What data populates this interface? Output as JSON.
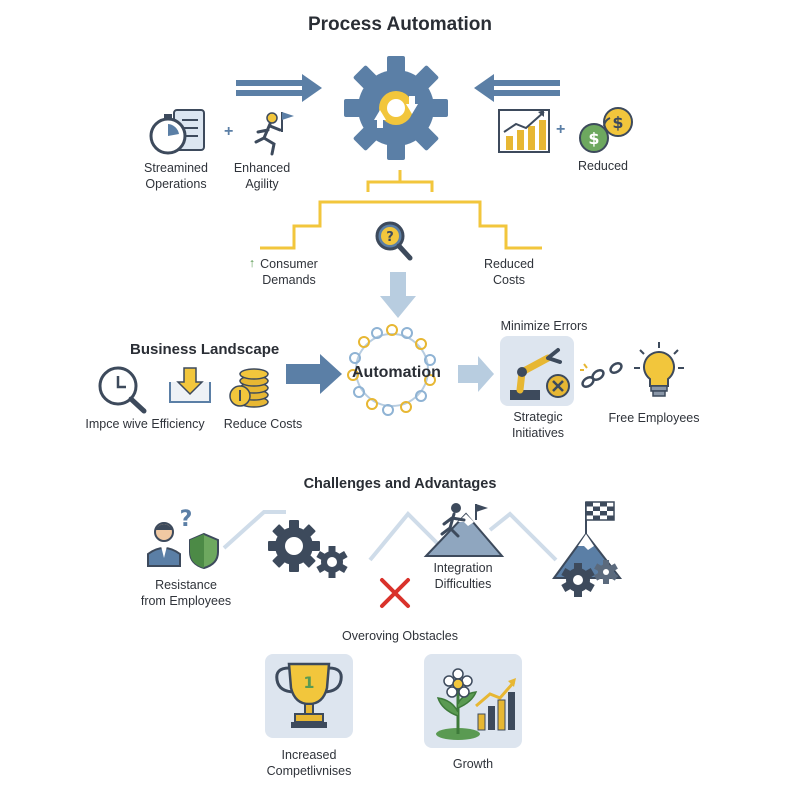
{
  "title": "Process Automation",
  "top": {
    "streamlined": "Streamined\nOperations",
    "agility": "Enhanced\nAgility",
    "reduced_right": "Reduced",
    "consumer": "Consumer\nDemands",
    "consumer_arrow": "↑",
    "costs": "Reduced\nCosts"
  },
  "middle": {
    "landscape_title": "Business Landscape",
    "improve": "Impce wive Efficiency",
    "reduce_costs": "Reduce Costs",
    "automation": "Automation",
    "minimize": "Minimize Errors",
    "strategic": "Strategic\nInitiatives",
    "free": "Free Employees"
  },
  "challenges": {
    "title": "Challenges and Advantages",
    "resistance": "Resistance\nfrom Employees",
    "integration": "Integration\nDifficulties",
    "obstacles": "Overoving Obstacles",
    "competitiveness": "Increased\nCompetlivnises",
    "growth": "Growth",
    "trophy_number": "1",
    "question_mark": "?"
  },
  "icons": [
    "stopwatch-checklist-icon",
    "runner-flag-icon",
    "gear-icon",
    "bar-chart-icon",
    "dollar-coins-icon",
    "magnifier-question-icon",
    "clock-magnifier-icon",
    "download-tray-icon",
    "coin-stack-icon",
    "robot-arm-icon",
    "broken-chain-icon",
    "lightbulb-icon",
    "employee-question-icon",
    "shield-icon",
    "gears-icon",
    "climber-mountain-icon",
    "mountain-flag-gears-icon",
    "cross-icon",
    "trophy-icon",
    "plant-growth-chart-icon"
  ],
  "colors": {
    "steel_blue": "#5b7fa6",
    "light_blue": "#b8cde0",
    "yellow": "#f2c63c",
    "gold": "#e7b733",
    "green": "#5a9a52",
    "red": "#d9322b"
  }
}
